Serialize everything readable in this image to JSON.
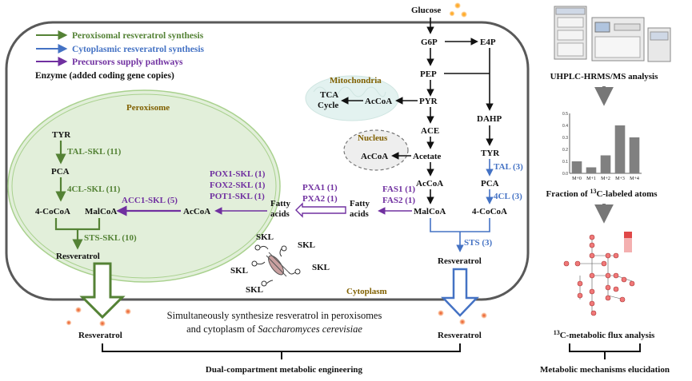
{
  "legend": {
    "peroxisomal": "Peroxisomal resveratrol synthesis",
    "cytoplasmic": "Cytoplasmic resveratrol synthesis",
    "precursors": "Precursors supply pathways",
    "enzyme_note": "Enzyme (added coding gene copies)"
  },
  "compartments": {
    "mitochondria": "Mitochondria",
    "nucleus": "Nucleus",
    "peroxisome": "Peroxisome",
    "cytoplasm": "Cytoplasm"
  },
  "metabolites": {
    "glucose": "Glucose",
    "g6p": "G6P",
    "e4p": "E4P",
    "pep": "PEP",
    "tca_1": "TCA",
    "tca_2": "Cycle",
    "acoa_mito": "AcCoA",
    "pyr": "PYR",
    "ace": "ACE",
    "acoa_nuc": "AcCoA",
    "acetate": "Acetate",
    "acoa_cyto": "AcCoA",
    "malcoa_cyto": "MalCoA",
    "dahp": "DAHP",
    "tyr_cyto": "TYR",
    "pca_cyto": "PCA",
    "cocoa_cyto": "4-CoCoA",
    "resv_cyto": "Resveratrol",
    "fatty_acids_cyto_1": "Fatty",
    "fatty_acids_cyto_2": "acids",
    "fatty_acids_per_1": "Fatty",
    "fatty_acids_per_2": "acids",
    "acoa_per": "AcCoA",
    "tyr_per": "TYR",
    "pca_per": "PCA",
    "cocoa_per": "4-CoCoA",
    "malcoa_per": "MalCoA",
    "resv_per": "Resveratrol",
    "resv_out_left": "Resveratrol",
    "resv_out_right": "Resveratrol",
    "skl_1": "SKL",
    "skl_2": "SKL",
    "skl_3": "SKL",
    "skl_4": "SKL",
    "skl_5": "SKL"
  },
  "enzymes": {
    "tal_skl": "TAL-SKL (11)",
    "cl_skl": "4CL-SKL (11)",
    "sts_skl": "STS-SKL (10)",
    "acc1_skl": "ACC1-SKL (5)",
    "pox1_skl": "POX1-SKL (1)",
    "fox2_skl": "FOX2-SKL (1)",
    "pot1_skl": "POT1-SKL (1)",
    "pxa1": "PXA1 (1)",
    "pxa2": "PXA2 (1)",
    "fas1": "FAS1 (1)",
    "fas2": "FAS2 (1)",
    "tal": "TAL (3)",
    "cl": "4CL (3)",
    "sts": "STS (3)"
  },
  "bottom": {
    "caption_line1": "Simultaneously synthesize resveratrol in peroxisomes",
    "caption_line2_prefix": "and cytoplasm of ",
    "caption_line2_species": "Saccharomyces cerevisiae",
    "dual": "Dual-compartment metabolic engineering"
  },
  "workflow": {
    "uhplc": "UHPLC-HRMS/MS analysis",
    "fraction_prefix": "Fraction of ",
    "fraction_sup": "13",
    "fraction_suffix": "C-labeled atoms",
    "mfa_sup": "13",
    "mfa_suffix": "C-metabolic flux analysis",
    "mechanisms": "Metabolic mechanisms elucidation"
  },
  "chart_data": {
    "type": "bar",
    "categories": [
      "M+0",
      "M+1",
      "M+2",
      "M+3",
      "M+4"
    ],
    "values": [
      0.1,
      0.05,
      0.15,
      0.4,
      0.3
    ],
    "ylim": [
      0,
      0.5
    ],
    "yticks": [
      "0.0",
      "0.1",
      "0.2",
      "0.3",
      "0.4",
      "0.5"
    ]
  },
  "colors": {
    "peroxisomal": "#548235",
    "cytoplasmic": "#4472c4",
    "precursors": "#7030a0",
    "label_olive": "#806000",
    "peroxisome_fill": "#e2efda",
    "bar": "#808080"
  }
}
